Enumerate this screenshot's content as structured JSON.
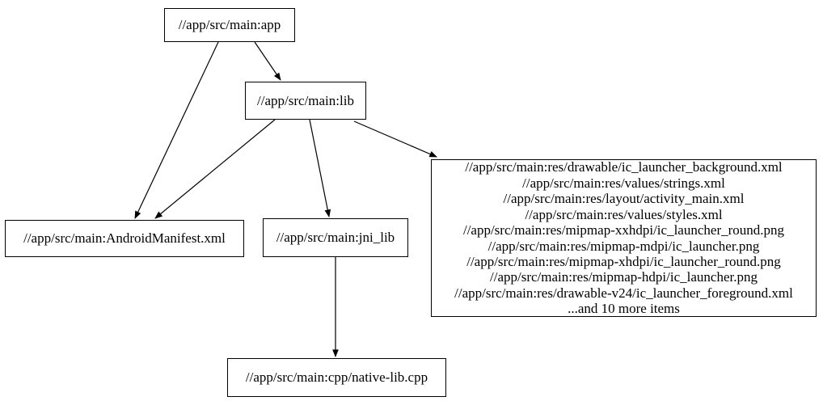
{
  "diagram": {
    "type": "dependency-graph",
    "colors": {
      "background": "#ffffff",
      "node_border": "#000000",
      "node_fill": "#ffffff",
      "edge": "#000000",
      "text": "#000000"
    },
    "nodes": {
      "app": {
        "label": "//app/src/main:app"
      },
      "lib": {
        "label": "//app/src/main:lib"
      },
      "manifest": {
        "label": "//app/src/main:AndroidManifest.xml"
      },
      "jni_lib": {
        "label": "//app/src/main:jni_lib"
      },
      "native_lib": {
        "label": "//app/src/main:cpp/native-lib.cpp"
      },
      "resources": {
        "lines": [
          "//app/src/main:res/drawable/ic_launcher_background.xml",
          "//app/src/main:res/values/strings.xml",
          "//app/src/main:res/layout/activity_main.xml",
          "//app/src/main:res/values/styles.xml",
          "//app/src/main:res/mipmap-xxhdpi/ic_launcher_round.png",
          "//app/src/main:res/mipmap-mdpi/ic_launcher.png",
          "//app/src/main:res/mipmap-xhdpi/ic_launcher_round.png",
          "//app/src/main:res/mipmap-hdpi/ic_launcher.png",
          "//app/src/main:res/drawable-v24/ic_launcher_foreground.xml",
          "...and 10 more items"
        ]
      }
    },
    "edges": [
      {
        "from": "app",
        "to": "lib"
      },
      {
        "from": "app",
        "to": "manifest"
      },
      {
        "from": "lib",
        "to": "manifest"
      },
      {
        "from": "lib",
        "to": "jni_lib"
      },
      {
        "from": "lib",
        "to": "resources"
      },
      {
        "from": "jni_lib",
        "to": "native_lib"
      }
    ]
  }
}
